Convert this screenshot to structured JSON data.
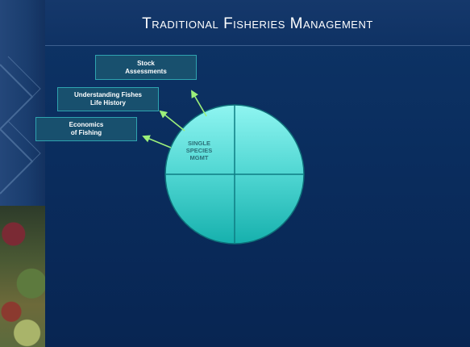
{
  "title": "Traditional Fisheries Management",
  "boxes": [
    {
      "label": "Stock\nAssessments"
    },
    {
      "label": "Understanding Fishes\nLife History"
    },
    {
      "label": "Economics\nof Fishing"
    }
  ],
  "circle": {
    "label": "SINGLE\nSPECIES\nMGMT",
    "quadrants": 4
  },
  "colors": {
    "background": "#0b2a5a",
    "box_fill": "#18506e",
    "box_border": "#2fa3b0",
    "circle_light": "#7ff0ee",
    "circle_dark": "#1ab7b3",
    "arrow": "#9cf07a"
  }
}
